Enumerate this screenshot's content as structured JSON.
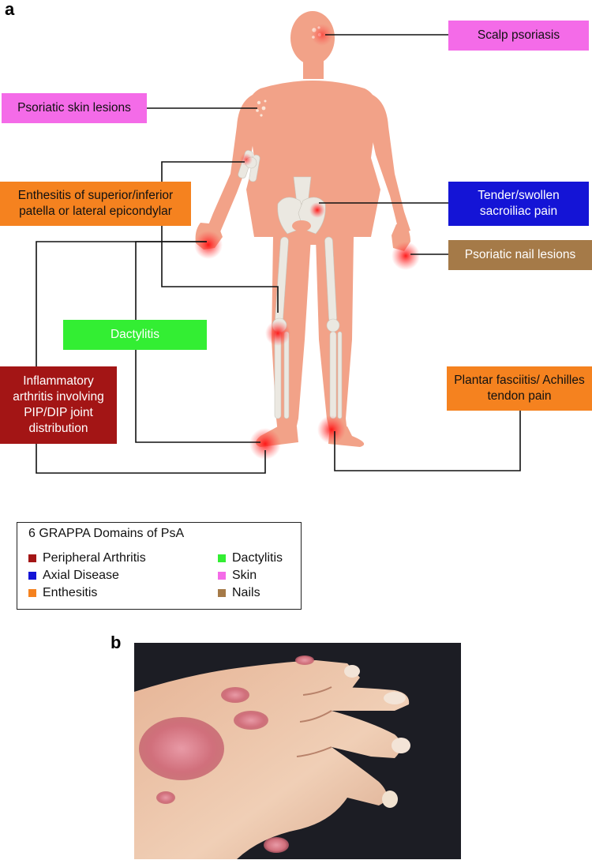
{
  "panels": {
    "a": "a",
    "b": "b"
  },
  "callouts": {
    "scalp": "Scalp psoriasis",
    "skin": "Psoriatic skin lesions",
    "enthesitis": "Enthesitis of superior/inferior patella or lateral epicondylar",
    "axial": "Tender/swollen sacroiliac pain",
    "nails": "Psoriatic nail lesions",
    "dactylitis": "Dactylitis",
    "arthritis": "Inflammatory arthritis involving PIP/DIP joint distribution",
    "plantar": "Plantar fasciitis/ Achilles tendon pain"
  },
  "legend": {
    "title": "6 GRAPPA Domains of PsA",
    "items": [
      {
        "label": "Peripheral Arthritis",
        "color": "#a31515"
      },
      {
        "label": "Axial Disease",
        "color": "#1414d6"
      },
      {
        "label": "Enthesitis",
        "color": "#f5821f"
      },
      {
        "label": "Dactylitis",
        "color": "#33ee33"
      },
      {
        "label": "Skin",
        "color": "#f46be8"
      },
      {
        "label": "Nails",
        "color": "#a57a48"
      }
    ]
  },
  "colors": {
    "skin_tone": "#f2a288",
    "bone": "#e9e7e0",
    "inflammation": "#ff1a1a",
    "background_photo": "#1c1d24"
  }
}
